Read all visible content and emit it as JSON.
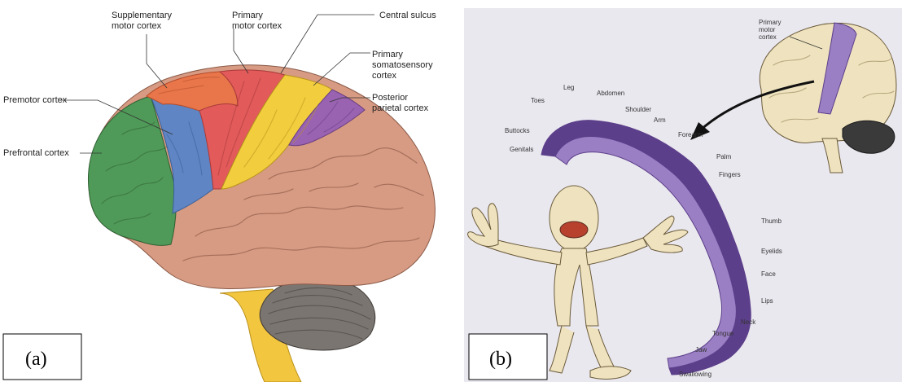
{
  "panel_a": {
    "tag": "(a)",
    "labels": {
      "supplementary": [
        "Supplementary",
        "motor cortex"
      ],
      "primary_motor": [
        "Primary",
        "motor cortex"
      ],
      "central_sulcus": "Central sulcus",
      "primary_somatosensory": [
        "Primary",
        "somatosensory",
        "cortex"
      ],
      "posterior_parietal": [
        "Posterior",
        "parietal cortex"
      ],
      "premotor": "Premotor cortex",
      "prefrontal": "Prefrontal cortex"
    },
    "colors": {
      "prefrontal": "#4f9a58",
      "premotor": "#5f85c4",
      "supplementary": "#e8764a",
      "primary_motor": "#e25a5a",
      "somatosensory": "#f2cd3e",
      "posterior_parietal": "#9a63b2",
      "cortex": "#d79a82",
      "cerebellum": "#7a7570",
      "brainstem": "#f3c63f"
    }
  },
  "panel_b": {
    "tag": "(b)",
    "inset_label": [
      "Primary",
      "motor",
      "cortex"
    ],
    "body_parts": [
      "Toes",
      "Leg",
      "Abdomen",
      "Shoulder",
      "Arm",
      "Forearm",
      "Buttocks",
      "Genitals",
      "Palm",
      "Fingers",
      "Thumb",
      "Eyelids",
      "Face",
      "Lips",
      "Neck",
      "Tongue",
      "Jaw",
      "Swallowing"
    ],
    "colors": {
      "strip": "#9b7fc4",
      "strip_dark": "#5c3f8a",
      "figure": "#efe3bf",
      "background": "#eae8ef"
    }
  }
}
